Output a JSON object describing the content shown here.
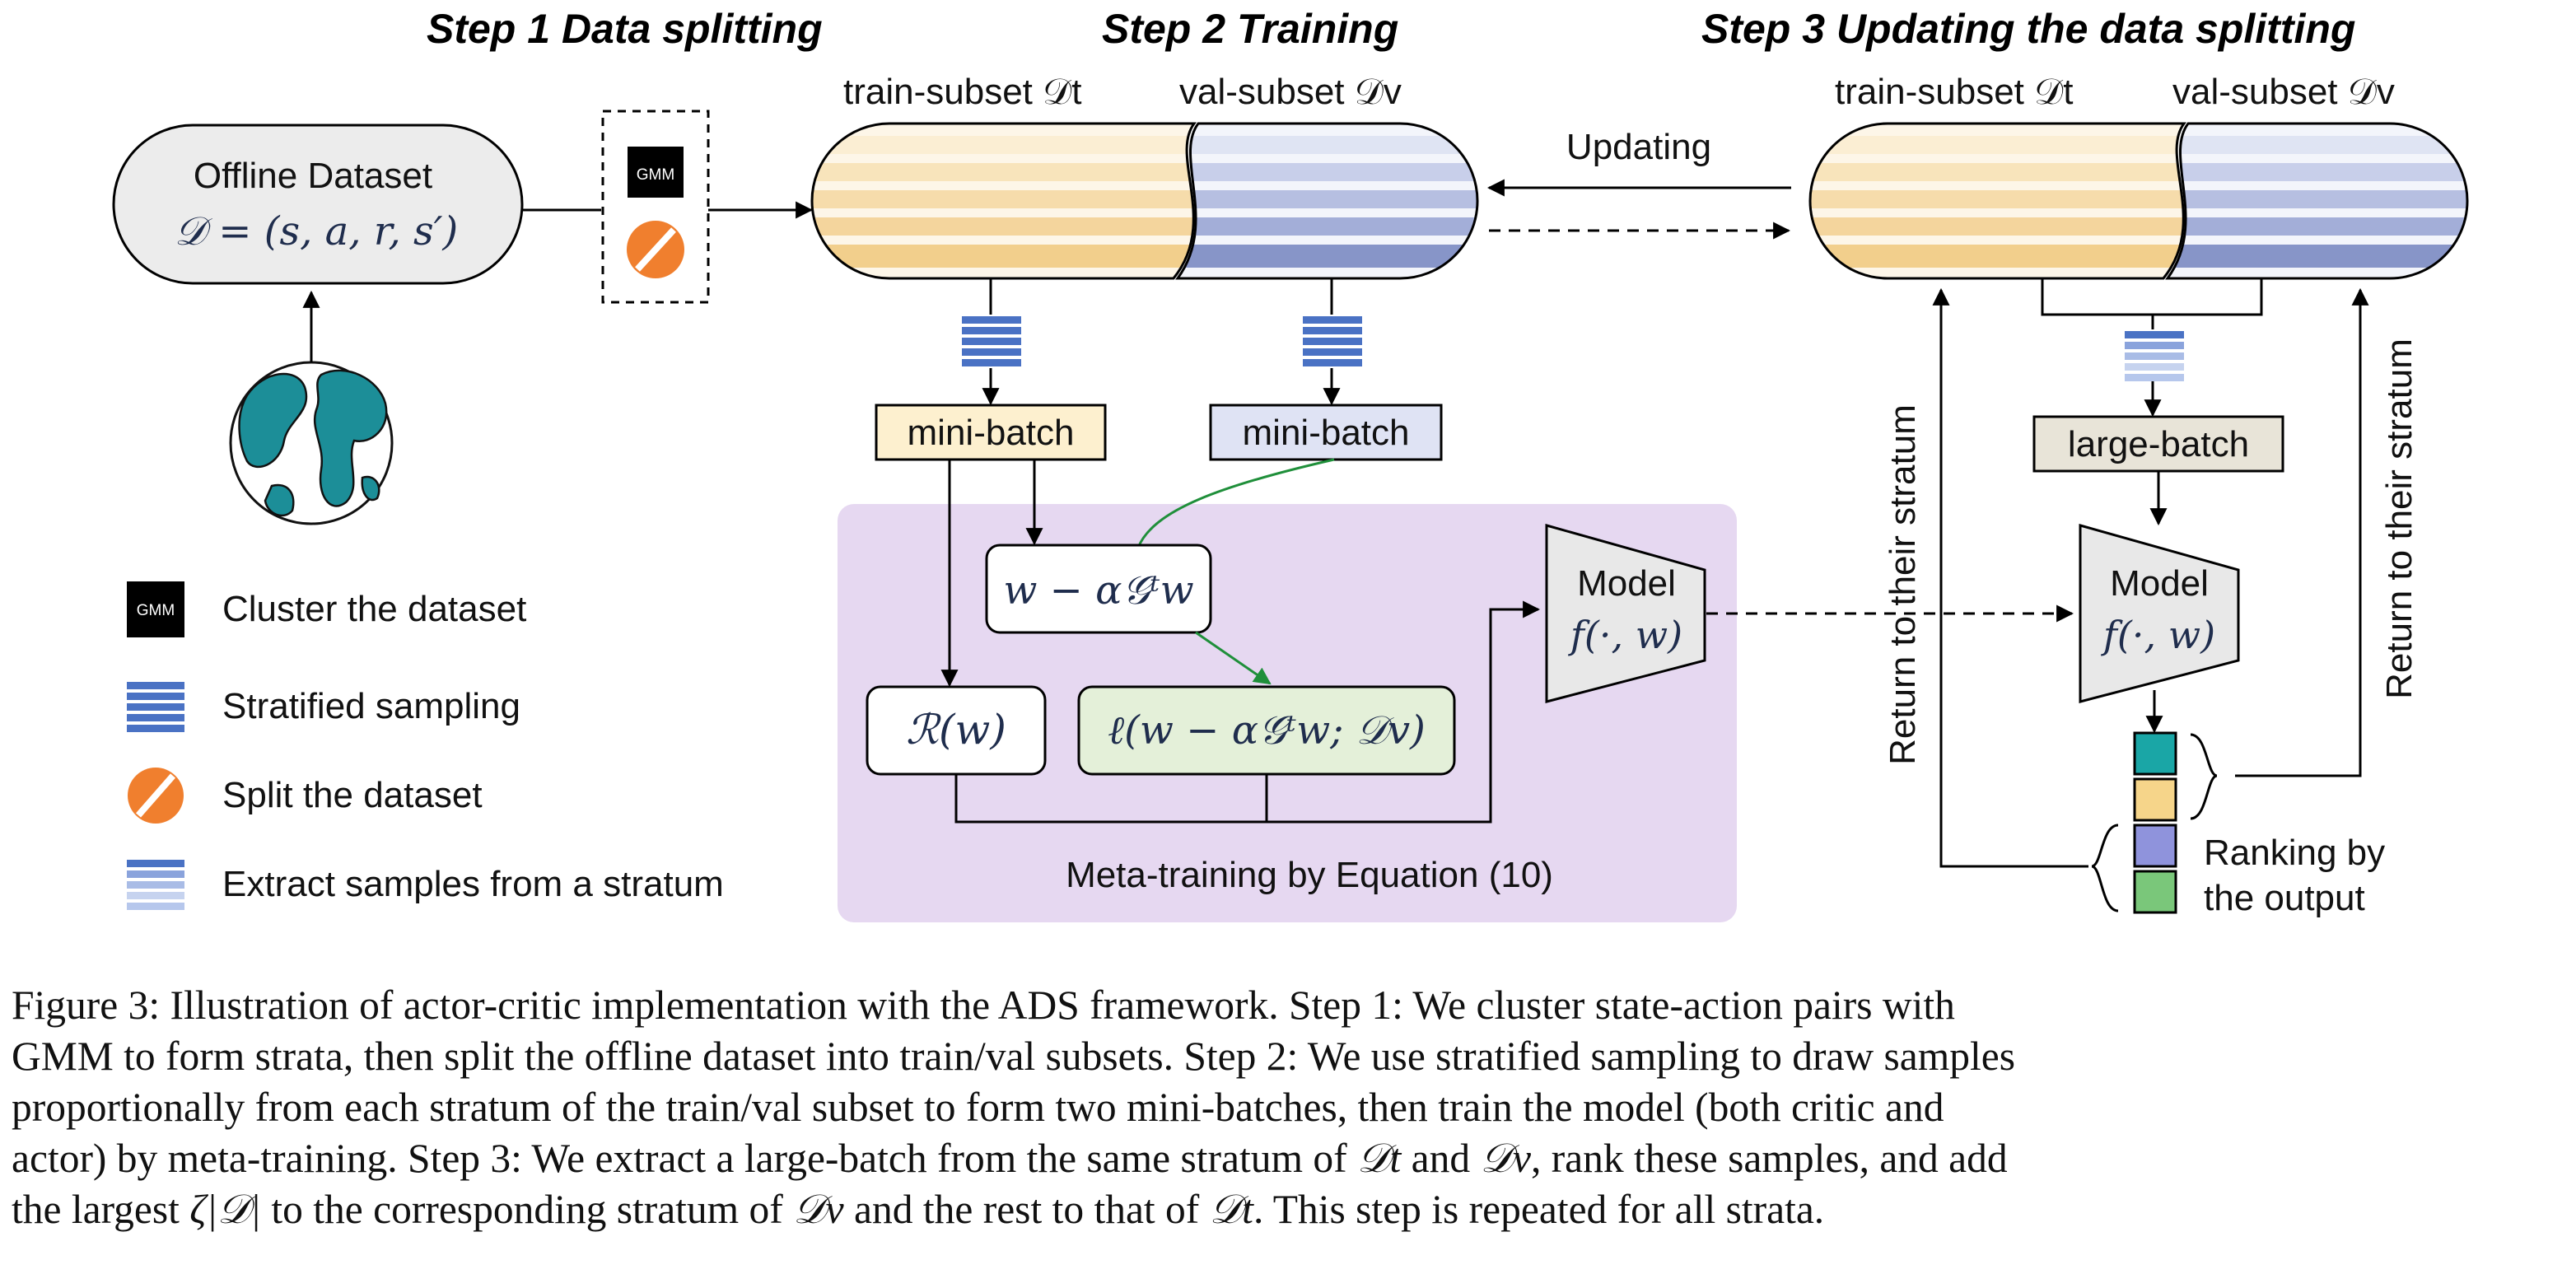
{
  "steps": {
    "step1": "Step 1  Data splitting",
    "step2": "Step 2  Training",
    "step3": "Step 3  Updating the data splitting"
  },
  "dataset": {
    "label": "Offline Dataset",
    "formula": "𝒟 = (s, a, r, s′)"
  },
  "gmm_label": "GMM",
  "subsets": {
    "train_label": "train-subset 𝒟t",
    "val_label": "val-subset 𝒟v"
  },
  "arrows": {
    "updating": "Updating",
    "return_left": "Return to their stratum",
    "return_right": "Return to their stratum"
  },
  "batches": {
    "train_minibatch": "mini-batch",
    "val_minibatch": "mini-batch",
    "large_batch": "large-batch"
  },
  "meta": {
    "update_expr": "w − α𝒢ᵗw",
    "regularizer": "ℛ(w)",
    "val_loss": "ℓ(w − α𝒢ᵗw; 𝒟v)",
    "label": "Meta-training by Equation (10)"
  },
  "model": {
    "label": "Model",
    "formula": "f(·, w)"
  },
  "ranking_label_line1": "Ranking by",
  "ranking_label_line2": "the output",
  "legend": [
    {
      "icon": "gmm-icon",
      "label": "Cluster the dataset"
    },
    {
      "icon": "stratified-sampling-icon",
      "label": "Stratified sampling"
    },
    {
      "icon": "split-icon",
      "label": "Split the dataset"
    },
    {
      "icon": "extract-samples-icon",
      "label": "Extract samples from a stratum"
    }
  ],
  "colors": {
    "train": "#f4d9a0",
    "val": "#a9b6da",
    "blue": "#4a72c4",
    "orange": "#f07f2e",
    "meta_bg": "#e6d8f1",
    "green": "#1f8f3a",
    "green_box": "#e4f0d9",
    "rank": [
      "#1aa6a6",
      "#f6d58a",
      "#8f93dc",
      "#7ac77a"
    ]
  },
  "caption": {
    "l1": "Figure 3: Illustration of actor-critic implementation with the ADS framework. Step 1: We cluster state-action pairs with",
    "l2": "GMM to form strata, then split the offline dataset into train/val subsets. Step 2: We use stratified sampling to draw samples",
    "l3": "proportionally from each stratum of the train/val subset to form two mini-batches, then train the model (both critic and",
    "l4a": "actor) by meta-training. Step 3: We extract a large-batch from the same stratum of ",
    "dt": "𝒟t",
    "l4b": " and ",
    "dv": "𝒟v",
    "l4c": ", rank these samples, and add",
    "l5a": "the largest ",
    "zeta": "ζ|𝒟|",
    "l5b": " to the corresponding stratum of ",
    "l5c": " and the rest to that of ",
    "l5d": ". This step is repeated for all strata."
  }
}
